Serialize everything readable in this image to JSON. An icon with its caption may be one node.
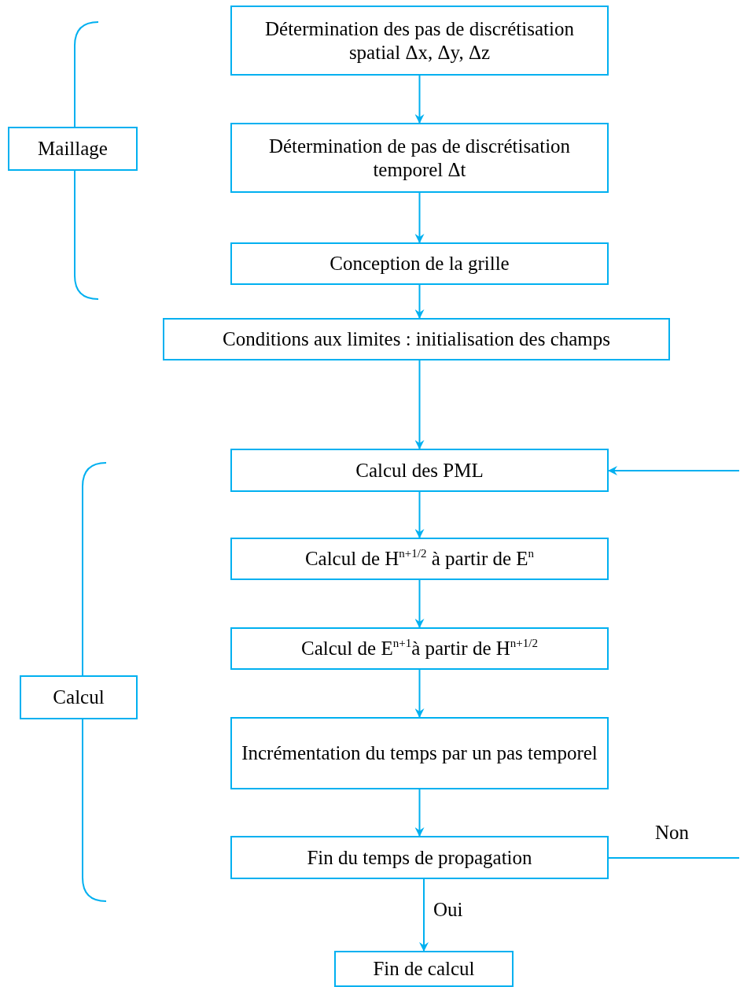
{
  "diagram": {
    "nodes": [
      {
        "text": [
          "Détermination des pas de discrétisation spatial Δx, Δy, Δz"
        ]
      },
      {
        "text": [
          "Détermination de pas de discrétisation temporel Δt"
        ]
      },
      {
        "text": [
          "Conception de la grille"
        ]
      },
      {
        "text": [
          "Conditions aux limites : initialisation des champs"
        ]
      },
      {
        "text": [
          "Calcul des PML"
        ]
      },
      {
        "text": [
          "Calcul de H$^{n+1/2}$ à partir de E$^{n}$"
        ]
      },
      {
        "text": [
          "Calcul de E$^{n+1}$à partir de H$^{n+1/2}$"
        ]
      },
      {
        "text": [
          "Incrémentation du temps par un pas temporel"
        ]
      },
      {
        "text": [
          "Fin du temps de propagation"
        ]
      },
      {
        "text": [
          "Fin de calcul"
        ]
      },
      {
        "text": [
          "Maillage"
        ]
      },
      {
        "text": [
          "Calcul"
        ]
      }
    ],
    "edges": [
      {
        "from": 0,
        "to": 1,
        "arrow": "to"
      },
      {
        "from": 1,
        "to": 2,
        "arrow": "to"
      },
      {
        "from": 2,
        "to": 3,
        "arrow": "to"
      },
      {
        "from": 3,
        "to": 4,
        "arrow": "to"
      },
      {
        "from": 4,
        "to": 5,
        "arrow": "to"
      },
      {
        "from": 5,
        "to": 6,
        "arrow": "to"
      },
      {
        "from": 6,
        "to": 7,
        "arrow": "to"
      },
      {
        "from": 7,
        "to": 8,
        "arrow": "to"
      },
      {
        "from": 8,
        "to": 9,
        "label": "Oui",
        "arrow": "to"
      },
      {
        "from": 8,
        "to": null,
        "label": "Non",
        "arrow": "none"
      },
      {
        "from": null,
        "to": 4,
        "arrow": "to"
      }
    ]
  }
}
